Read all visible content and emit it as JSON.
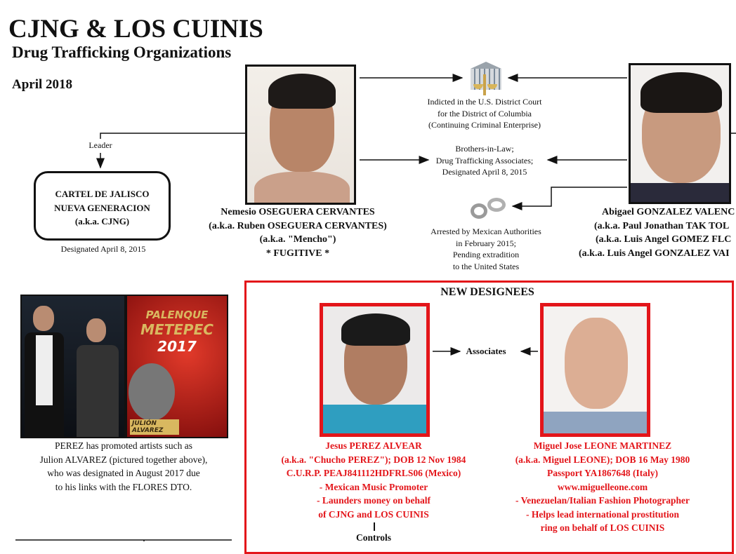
{
  "header": {
    "title": "CJNG & LOS CUINIS",
    "subtitle": "Drug Trafficking Organizations",
    "date": "April 2018"
  },
  "mencho": {
    "name": "Nemesio OSEGUERA CERVANTES",
    "aka1": "(a.k.a. Ruben OSEGUERA CERVANTES)",
    "aka2": "(a.k.a. \"Mencho\")",
    "status": "* FUGITIVE *"
  },
  "abigael": {
    "name": "Abigael GONZALEZ VALENC",
    "aka1": "(a.k.a. Paul Jonathan TAK TOL",
    "aka2": "(a.k.a. Luis Angel GOMEZ FLC",
    "aka3": "(a.k.a. Luis Angel GONZALEZ VAI"
  },
  "court": {
    "icon": "courthouse-scales-icon",
    "lines": [
      "Indicted in the U.S. District Court",
      "for the District of Columbia",
      "(Continuing Criminal Enterprise)"
    ]
  },
  "relation": {
    "lines": [
      "Brothers-in-Law;",
      "Drug Trafficking Associates;",
      "Designated April 8, 2015"
    ]
  },
  "arrest": {
    "icon": "handcuffs-icon",
    "lines": [
      "Arrested by Mexican Authorities",
      "in February 2015;",
      "Pending extradition",
      "to the United States"
    ]
  },
  "cjng": {
    "leader_label": "Leader",
    "lines": [
      "CARTEL DE JALISCO",
      "NUEVA GENERACION",
      "(a.k.a. CJNG)"
    ],
    "designated": "Designated April 8, 2015"
  },
  "promo": {
    "poster_lines": [
      "PALENQUE",
      "METEPEC",
      "2017",
      "JULIÓN ALVAREZ"
    ],
    "caption": [
      "PEREZ has promoted artists such as",
      "Julion ALVAREZ (pictured together above),",
      "who was designated in August 2017 due",
      "to his links with the FLORES DTO."
    ]
  },
  "designees": {
    "title": "NEW DESIGNEES",
    "associates": "Associates",
    "accent": "#e3151a",
    "jesus": {
      "lines": [
        "Jesus PEREZ ALVEAR",
        "(a.k.a. \"Chucho PEREZ\"); DOB 12 Nov 1984",
        "C.U.R.P. PEAJ841112HDFRLS06 (Mexico)",
        "- Mexican Music Promoter",
        "- Launders money on behalf",
        "of CJNG and LOS CUINIS"
      ],
      "controls": "Controls"
    },
    "miguel": {
      "lines": [
        "Miguel Jose LEONE MARTINEZ",
        "(a.k.a. Miguel LEONE); DOB 16 May 1980",
        "Passport YA1867648 (Italy)",
        "www.miguelleone.com",
        "- Venezuelan/Italian Fashion Photographer",
        "- Helps lead international prostitution",
        "ring on behalf of LOS CUINIS"
      ]
    }
  }
}
